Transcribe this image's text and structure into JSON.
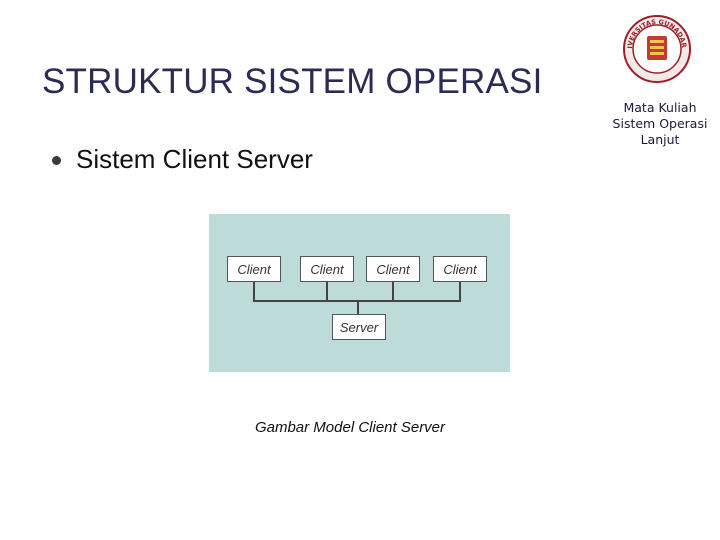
{
  "slide": {
    "title": "STRUKTUR SISTEM OPERASI",
    "bullet": "Sistem Client Server",
    "caption": "Gambar Model Client Server"
  },
  "course": {
    "line1": "Mata Kuliah",
    "line2": "Sistem Operasi",
    "line3": "Lanjut"
  },
  "logo": {
    "icon": "university-seal-icon",
    "text": "UNIVERSITAS GUNADARMA",
    "colors": {
      "ring": "#9c1f2a",
      "inner": "#ffffff"
    }
  },
  "diagram": {
    "background": "#bcdbd9",
    "clients": [
      "Client",
      "Client",
      "Client",
      "Client"
    ],
    "server": "Server"
  }
}
